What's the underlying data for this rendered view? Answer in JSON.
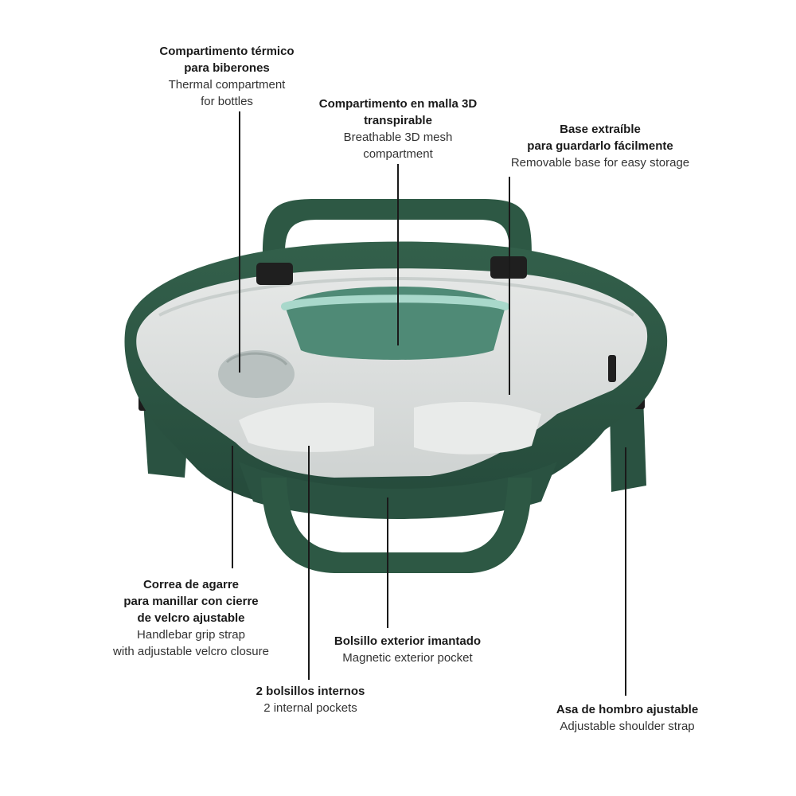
{
  "callouts": {
    "thermal": {
      "es": [
        "Compartimento térmico",
        "para biberones"
      ],
      "en": [
        "Thermal compartment",
        "for bottles"
      ]
    },
    "mesh": {
      "es": [
        "Compartimento en malla 3D",
        "transpirable"
      ],
      "en": [
        "Breathable 3D mesh",
        "compartment"
      ]
    },
    "base": {
      "es": [
        "Base extraíble",
        "para guardarlo fácilmente"
      ],
      "en": [
        "Removable base for easy storage"
      ]
    },
    "handlebar": {
      "es": [
        "Correa de agarre",
        "para manillar con cierre",
        "de velcro ajustable"
      ],
      "en": [
        "Handlebar grip strap",
        "with adjustable velcro closure"
      ]
    },
    "magnetic": {
      "es": [
        "Bolsillo exterior imantado"
      ],
      "en": [
        "Magnetic exterior pocket"
      ]
    },
    "pockets": {
      "es": [
        "2 bolsillos internos"
      ],
      "en": [
        "2 internal pockets"
      ]
    },
    "shoulder": {
      "es": [
        "Asa de hombro ajustable"
      ],
      "en": [
        "Adjustable shoulder strap"
      ]
    }
  },
  "colors": {
    "bag_green": "#2f5a45",
    "bag_green_dark": "#24463a",
    "lining_grey": "#dcdfde",
    "mesh_teal": "#5e9a86",
    "leader_line": "#1a1a1a"
  }
}
